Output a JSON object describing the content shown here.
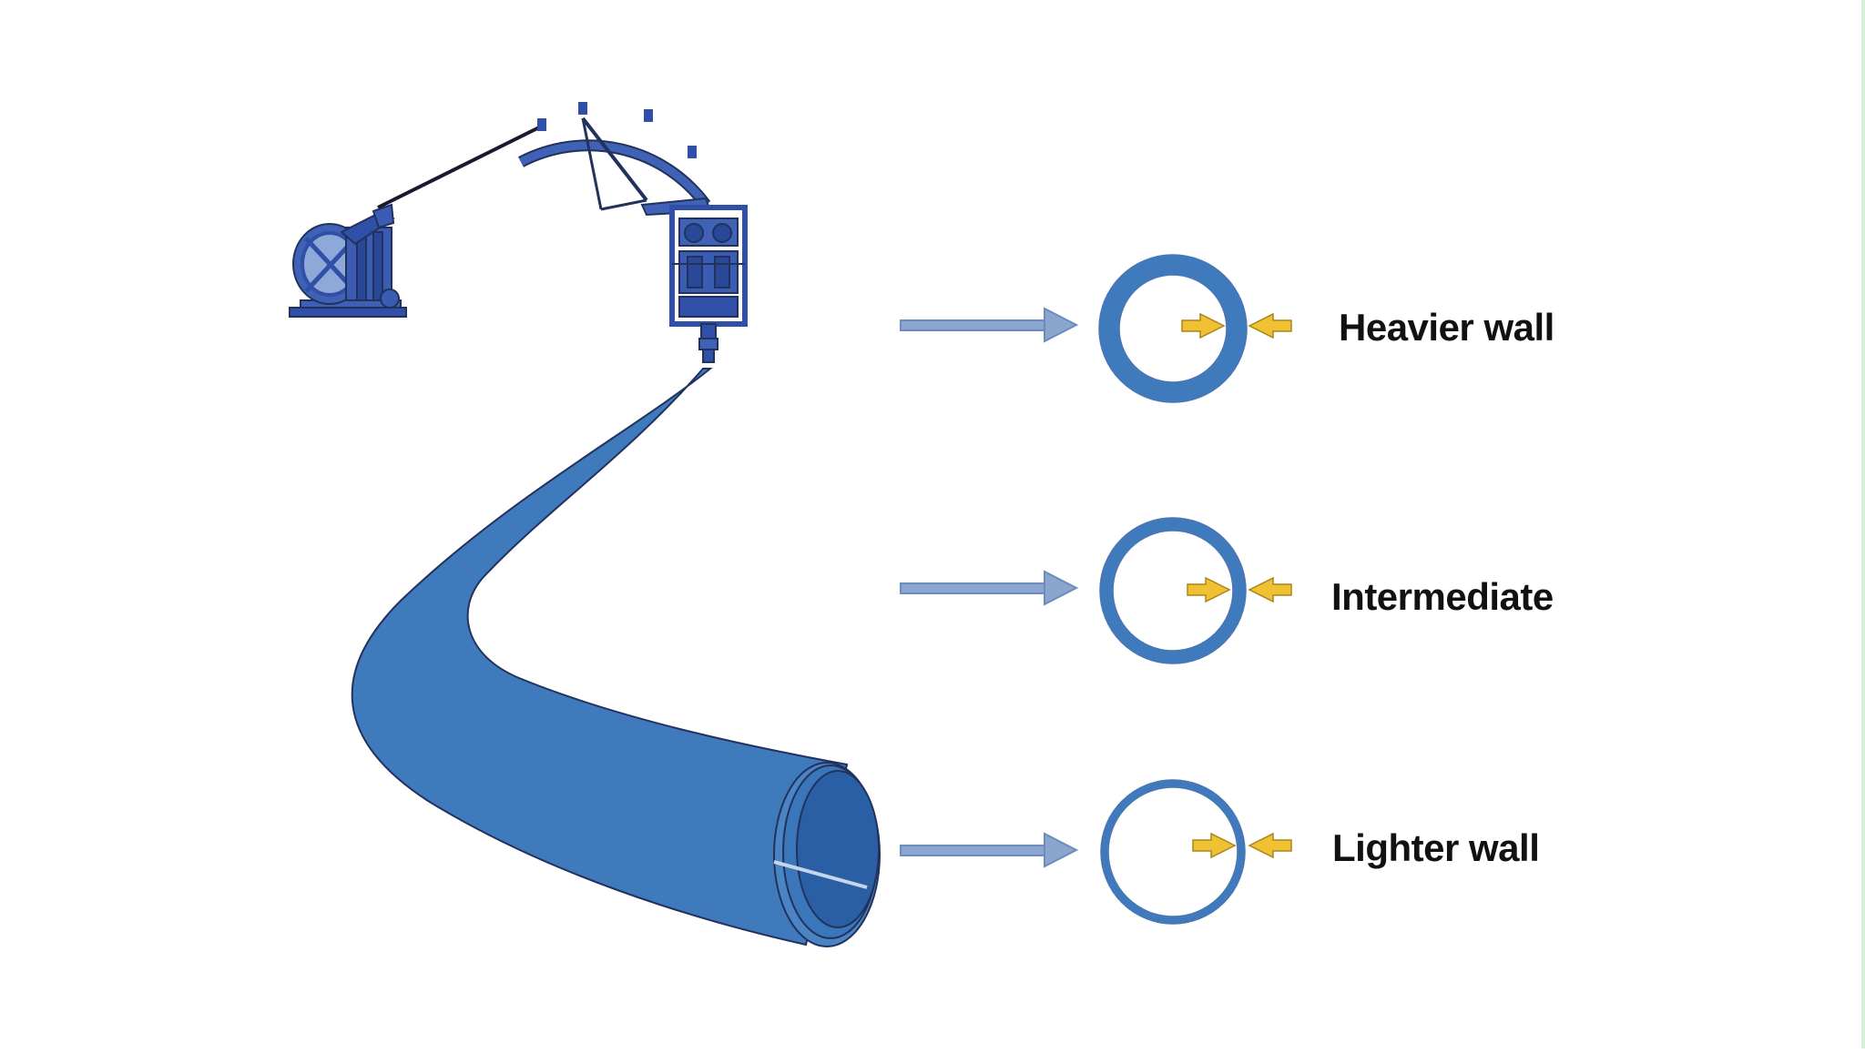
{
  "cross_sections": [
    {
      "id": "heavy",
      "label": "Heavier wall",
      "wall_thickness": "thick"
    },
    {
      "id": "intermediate",
      "label": "Intermediate",
      "wall_thickness": "medium"
    },
    {
      "id": "light",
      "label": "Lighter wall",
      "wall_thickness": "thin"
    }
  ],
  "colors": {
    "pipe_blue": "#3f7abd",
    "pipe_dark": "#2a5fa5",
    "pipe_outline": "#22325c",
    "machine_blue": "#2f4fa8",
    "arrow_fill": "#8aa6cf",
    "arrow_stroke": "#6d8bbd",
    "pinch_arrow": "#f0c233",
    "background": "#ffffff"
  }
}
